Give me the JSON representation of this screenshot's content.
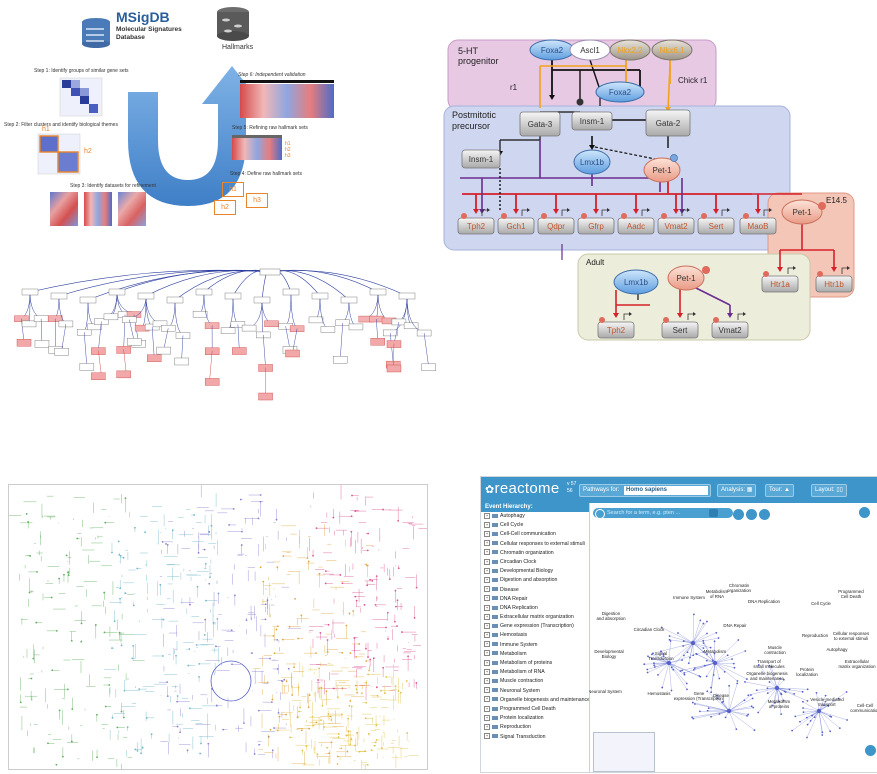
{
  "msigdb": {
    "logo_title": "MSigDB",
    "logo_subtitle_1": "Molecular Signatures",
    "logo_subtitle_2": "Database",
    "hallmarks_label": "Hallmarks",
    "steps": [
      "Step 1: Identify groups of similar gene sets",
      "Step 2: Filter clusters and identify biological themes",
      "Step 3: Identify datasets for refinement",
      "Step 4: Define raw hallmark sets",
      "Step 5: Refining raw hallmark sets",
      "Step 6: Independent validation"
    ],
    "cluster_labels": [
      "h1",
      "h2"
    ],
    "raw_sets": [
      "h1",
      "h2",
      "h3"
    ],
    "refined_labels": [
      "h1",
      "h2",
      "h3"
    ],
    "colors": {
      "arrow": "#4f8fd0",
      "highlight": "#e8842c"
    }
  },
  "serotonin": {
    "regions": {
      "progenitor_line1": "5-HT",
      "progenitor_line2": "progenitor",
      "postmitotic_line1": "Postmitotic",
      "postmitotic_line2": "precursor",
      "e145": "E14.5",
      "adult": "Adult",
      "r1": "r1",
      "chick": "Chick r1"
    },
    "factors": {
      "foxa2_top": "Foxa2",
      "ascl1": "Ascl1",
      "nkx22": "Nkx2.2",
      "nkx61": "Nkx6.1",
      "foxa2_mid": "Foxa2",
      "insm1_a": "Insm-1",
      "gata3": "Gata-3",
      "gata2": "Gata-2",
      "insm1_b": "Insm-1",
      "lmx1b": "Lmx1b",
      "pet1": "Pet-1",
      "pet1_e145": "Pet-1",
      "lmx1b_adult": "Lmx1b",
      "pet1_adult": "Pet-1"
    },
    "targets": [
      "Tph2",
      "Gch1",
      "Qdpr",
      "Gfrp",
      "Aadc",
      "Vmat2",
      "Sert",
      "MaoB"
    ],
    "e145_targets": [
      "Htr1a",
      "Htr1b"
    ],
    "adult_targets": [
      "Tph2",
      "Sert",
      "Vmat2"
    ],
    "colors": {
      "progenitor_bg": "#e7c9e4",
      "postmitotic_bg": "#cfd6ef",
      "e145_bg": "#f4c6b8",
      "adult_bg": "#ededdc",
      "red": "#d6202a",
      "purple": "#6a2c8f",
      "orange": "#f2a31b"
    }
  },
  "reactome": {
    "logo": "reactome",
    "version_line1": "v 57",
    "version_line2": "56",
    "pathways_for_label": "Pathways for:",
    "species": "Homo sapiens",
    "analysis_label": "Analysis:",
    "tour_label": "Tour:",
    "layout_label": "Layout:",
    "event_hierarchy": "Event Hierarchy:",
    "search_placeholder": "Search for a term, e.g. pten ...",
    "events": [
      "Autophagy",
      "Cell Cycle",
      "Cell-Cell communication",
      "Cellular responses to external stimuli",
      "Chromatin organization",
      "Circadian Clock",
      "Developmental Biology",
      "Digestion and absorption",
      "Disease",
      "DNA Repair",
      "DNA Replication",
      "Extracellular matrix organization",
      "Gene expression (Transcription)",
      "Hemostasis",
      "Immune System",
      "Metabolism",
      "Metabolism of proteins",
      "Metabolism of RNA",
      "Muscle contraction",
      "Neuronal System",
      "Organelle biogenesis and maintenance",
      "Programmed Cell Death",
      "Protein localization",
      "Reproduction",
      "Signal Transduction"
    ],
    "map_labels": [
      "Digestion\nand absorption",
      "Immune System",
      "Metabolism\nof RNA",
      "Chromatin\norganization",
      "DNA Replication",
      "Cell Cycle",
      "Programmed\nCell Death",
      "Circadian Clock",
      "DNA Repair",
      "Developmental\nBiology",
      "Signal\nTransduction",
      "Metabolism",
      "Muscle\ncontraction",
      "Reproduction",
      "Cellular responses\nto external stimuli",
      "Transport of\nsmall molecules",
      "Organelle biogenesis\nand maintenance",
      "Autophagy",
      "Protein\nlocalization",
      "Extracellular\nmatrix organization",
      "Neuronal System",
      "Hemostasis",
      "Gene\nexpression (Transcription)",
      "Disease",
      "Metabolism\nof proteins",
      "Vesicle-mediated\ntransport",
      "Cell-Cell\ncommunication"
    ],
    "colors": {
      "bar": "#3e95c9",
      "map_nodes": "#5561c9"
    }
  }
}
